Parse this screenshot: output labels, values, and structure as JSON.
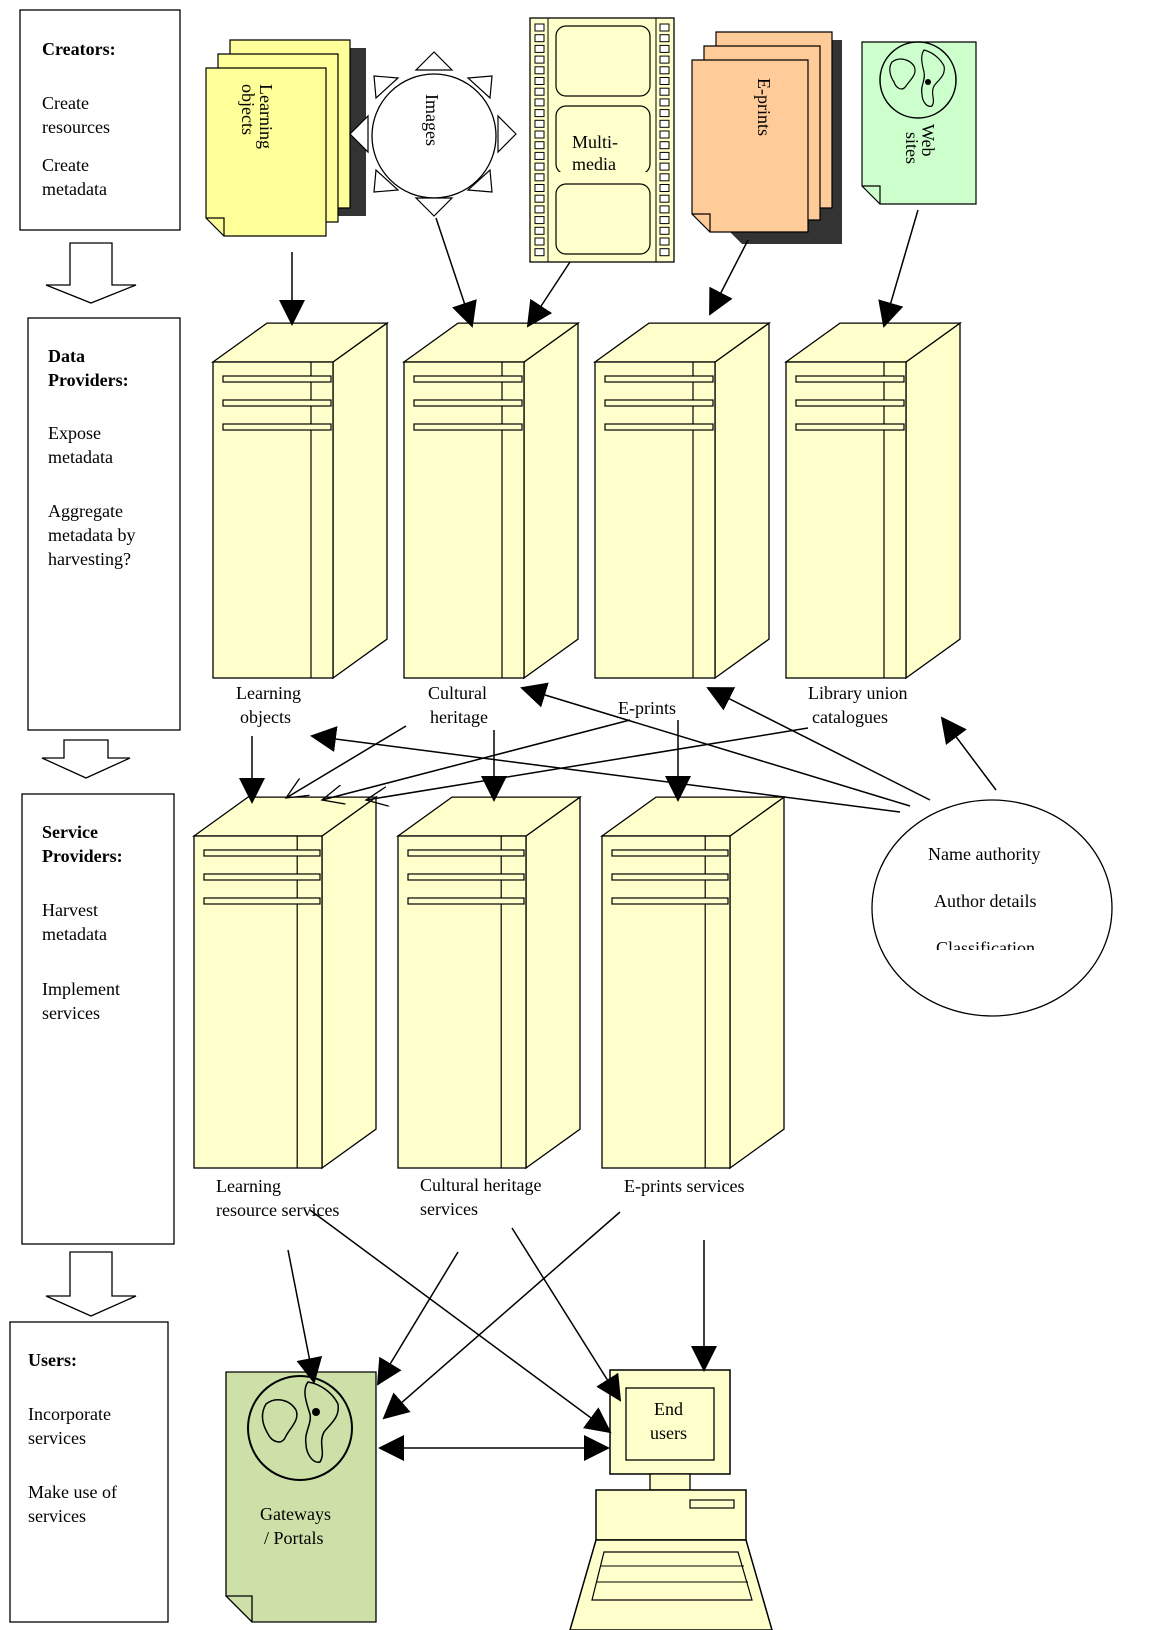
{
  "stages": {
    "creators": {
      "title": "Creators",
      "title_suffix": ":",
      "items": [
        [
          "Create",
          "resources"
        ],
        [
          "Create",
          "metadata"
        ]
      ]
    },
    "data_providers": {
      "title": [
        "Data",
        "Providers:"
      ],
      "items": [
        [
          "Expose",
          "metadata"
        ],
        [
          "Aggregate",
          "metadata by",
          "harvesting?"
        ]
      ]
    },
    "service_providers": {
      "title": [
        "Service",
        "Providers:"
      ],
      "items": [
        [
          "Harvest",
          "metadata"
        ],
        [
          "Implement",
          "services"
        ]
      ]
    },
    "users": {
      "title": "Users:",
      "items": [
        [
          "Incorporate",
          "services"
        ],
        [
          "Make use of",
          "services"
        ]
      ]
    }
  },
  "resources": {
    "learning_objects": "Learning objects",
    "learning_objects_lines": [
      "Learning",
      "objects"
    ],
    "images": "Images",
    "multimedia_lines": [
      "Multi-",
      "media"
    ],
    "eprints": "E-prints",
    "websites_lines": [
      "Web",
      "sites"
    ]
  },
  "data_provider_labels": {
    "learning_objects": [
      "Learning",
      "objects"
    ],
    "cultural_heritage": [
      "Cultural",
      "heritage"
    ],
    "eprints": [
      "E-prints"
    ],
    "library": [
      "Library union",
      "catalogues"
    ]
  },
  "authority": {
    "lines": [
      "Name authority",
      "Author details",
      "Classification"
    ]
  },
  "service_labels": {
    "learning": [
      "Learning",
      "resource services"
    ],
    "cultural": [
      "Cultural heritage",
      "services"
    ],
    "eprints": [
      "E-prints services"
    ]
  },
  "user_endpoints": {
    "gateways": [
      "Gateways",
      "/ Portals"
    ],
    "end_users": [
      "End",
      "users"
    ]
  },
  "colors": {
    "server_fill": "#ffffcc",
    "learning_doc_fill": "#ffff99",
    "eprints_doc_fill": "#ffcc99",
    "websites_doc_fill": "#ccffcc",
    "gateway_fill": "#cce0a8",
    "stroke": "#000000",
    "shadow": "#333333"
  }
}
